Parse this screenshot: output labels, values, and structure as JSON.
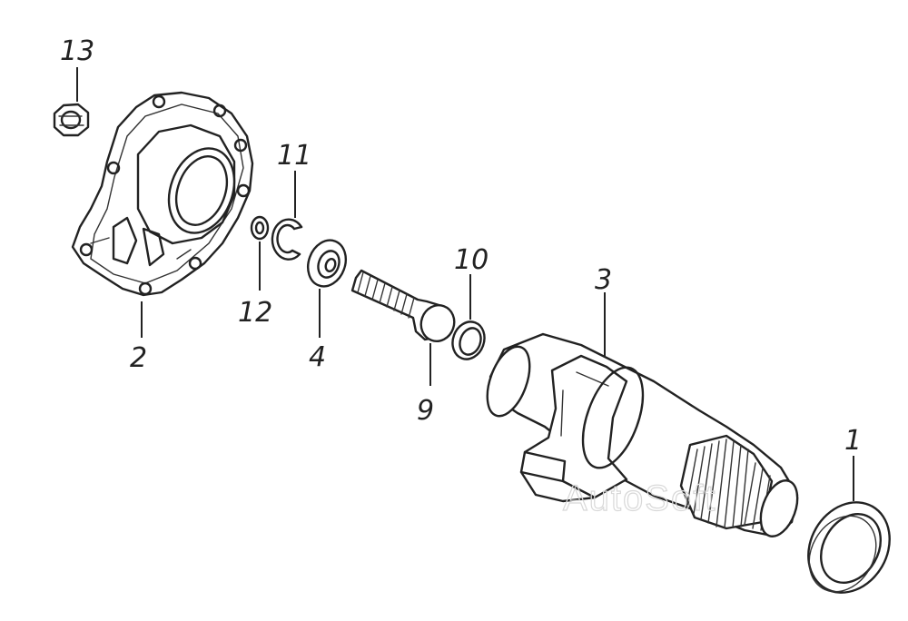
{
  "callouts": {
    "p1": "1",
    "p2": "2",
    "p3": "3",
    "p4": "4",
    "p9": "9",
    "p10": "10",
    "p11": "11",
    "p12": "12",
    "p13": "13"
  },
  "watermark": "AutoSoft",
  "colors": {
    "ink": "#222222",
    "paper": "#ffffff",
    "watermark": "#d8d8d8"
  }
}
